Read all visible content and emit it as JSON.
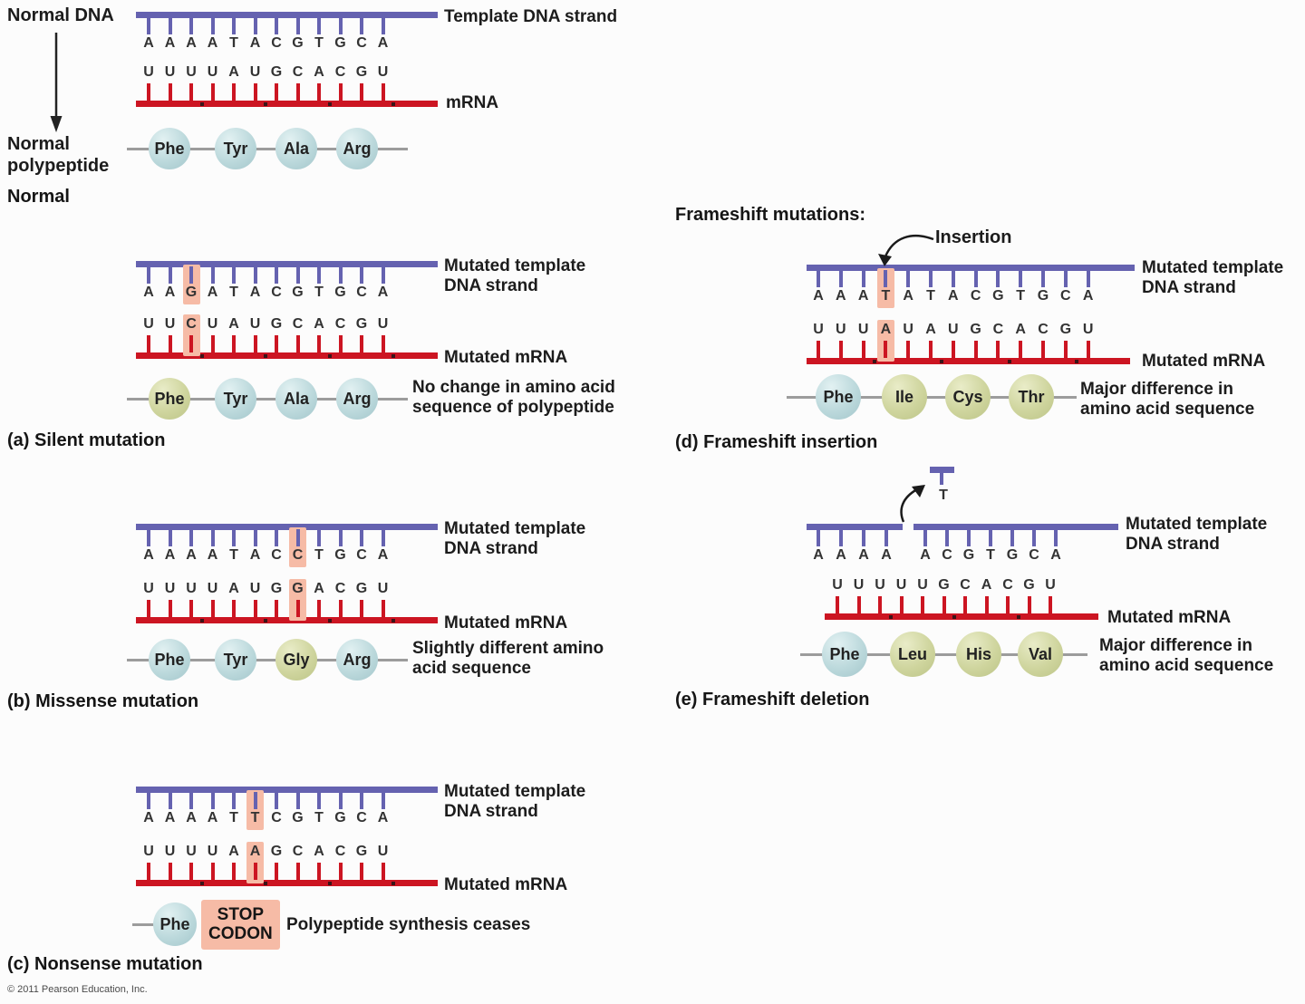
{
  "header": {
    "frameshift_header": "Frameshift mutations:",
    "copyright": "© 2011 Pearson Education, Inc."
  },
  "colors": {
    "dna_strand": "#6562b0",
    "mrna_strand": "#cc1522",
    "mutation_highlight": "#f6bba6",
    "amino_acid_blue": "#bcd9dc",
    "amino_acid_olive": "#cfd59e",
    "stop_codon_box": "#f6bba6",
    "backbone_gray": "#9c9c9c",
    "text": "#1c1c1c"
  },
  "panels": {
    "normal": {
      "side_label_top": "Normal DNA",
      "side_label_bottom": "Normal\npolypeptide",
      "caption": "Normal",
      "dna_label": "Template DNA strand",
      "mrna_label": "mRNA",
      "dna_sequence": "AAAATACGTGCA",
      "dna_highlight_index": -1,
      "mrna_sequence": "UUUUAUGCACGU",
      "mrna_highlight_index": -1,
      "amino_acids": [
        {
          "name": "Phe",
          "variant": "blue"
        },
        {
          "name": "Tyr",
          "variant": "blue"
        },
        {
          "name": "Ala",
          "variant": "blue"
        },
        {
          "name": "Arg",
          "variant": "blue"
        }
      ]
    },
    "silent": {
      "caption": "(a) Silent mutation",
      "dna_label": "Mutated template\nDNA strand",
      "mrna_label": "Mutated mRNA",
      "note": "No change in amino acid\nsequence of polypeptide",
      "dna_sequence": "AAGATACGTGCA",
      "dna_highlight_index": 2,
      "mrna_sequence": "UUCUAUGCACGU",
      "mrna_highlight_index": 2,
      "amino_acids": [
        {
          "name": "Phe",
          "variant": "olive"
        },
        {
          "name": "Tyr",
          "variant": "blue"
        },
        {
          "name": "Ala",
          "variant": "blue"
        },
        {
          "name": "Arg",
          "variant": "blue"
        }
      ]
    },
    "missense": {
      "caption": "(b) Missense mutation",
      "dna_label": "Mutated template\nDNA strand",
      "mrna_label": "Mutated mRNA",
      "note": "Slightly different amino\nacid sequence",
      "dna_sequence": "AAAATACCTGCA",
      "dna_highlight_index": 7,
      "mrna_sequence": "UUUUAUGGACGU",
      "mrna_highlight_index": 7,
      "amino_acids": [
        {
          "name": "Phe",
          "variant": "blue"
        },
        {
          "name": "Tyr",
          "variant": "blue"
        },
        {
          "name": "Gly",
          "variant": "olive"
        },
        {
          "name": "Arg",
          "variant": "blue"
        }
      ]
    },
    "nonsense": {
      "caption": "(c) Nonsense mutation",
      "dna_label": "Mutated template\nDNA strand",
      "mrna_label": "Mutated mRNA",
      "stop_codon": "STOP\nCODON",
      "note": "Polypeptide synthesis ceases",
      "dna_sequence": "AAAATTCGTGCA",
      "dna_highlight_index": 5,
      "mrna_sequence": "UUUUAAGCACGU",
      "mrna_highlight_index": 5,
      "amino_acids": [
        {
          "name": "Phe",
          "variant": "blue"
        }
      ]
    },
    "insertion": {
      "caption": "(d) Frameshift insertion",
      "annotation": "Insertion",
      "dna_label": "Mutated template\nDNA strand",
      "mrna_label": "Mutated mRNA",
      "note": "Major difference in\namino acid sequence",
      "dna_sequence": "AAATATACGTGCA",
      "dna_highlight_index": 3,
      "mrna_sequence": "UUUAUAUGCACGU",
      "mrna_highlight_index": 3,
      "amino_acids": [
        {
          "name": "Phe",
          "variant": "blue"
        },
        {
          "name": "Ile",
          "variant": "olive"
        },
        {
          "name": "Cys",
          "variant": "olive"
        },
        {
          "name": "Thr",
          "variant": "olive"
        }
      ]
    },
    "deletion": {
      "caption": "(e) Frameshift deletion",
      "removed_base": "T",
      "dna_label": "Mutated template\nDNA strand",
      "mrna_label": "Mutated mRNA",
      "note": "Major difference in\namino acid sequence",
      "dna_segments": [
        "AAAA",
        "ACGTGCA"
      ],
      "mrna_sequence": "UUUUUGCACGU",
      "mrna_highlight_index": -1,
      "amino_acids": [
        {
          "name": "Phe",
          "variant": "blue"
        },
        {
          "name": "Leu",
          "variant": "olive"
        },
        {
          "name": "His",
          "variant": "olive"
        },
        {
          "name": "Val",
          "variant": "olive"
        }
      ]
    }
  }
}
